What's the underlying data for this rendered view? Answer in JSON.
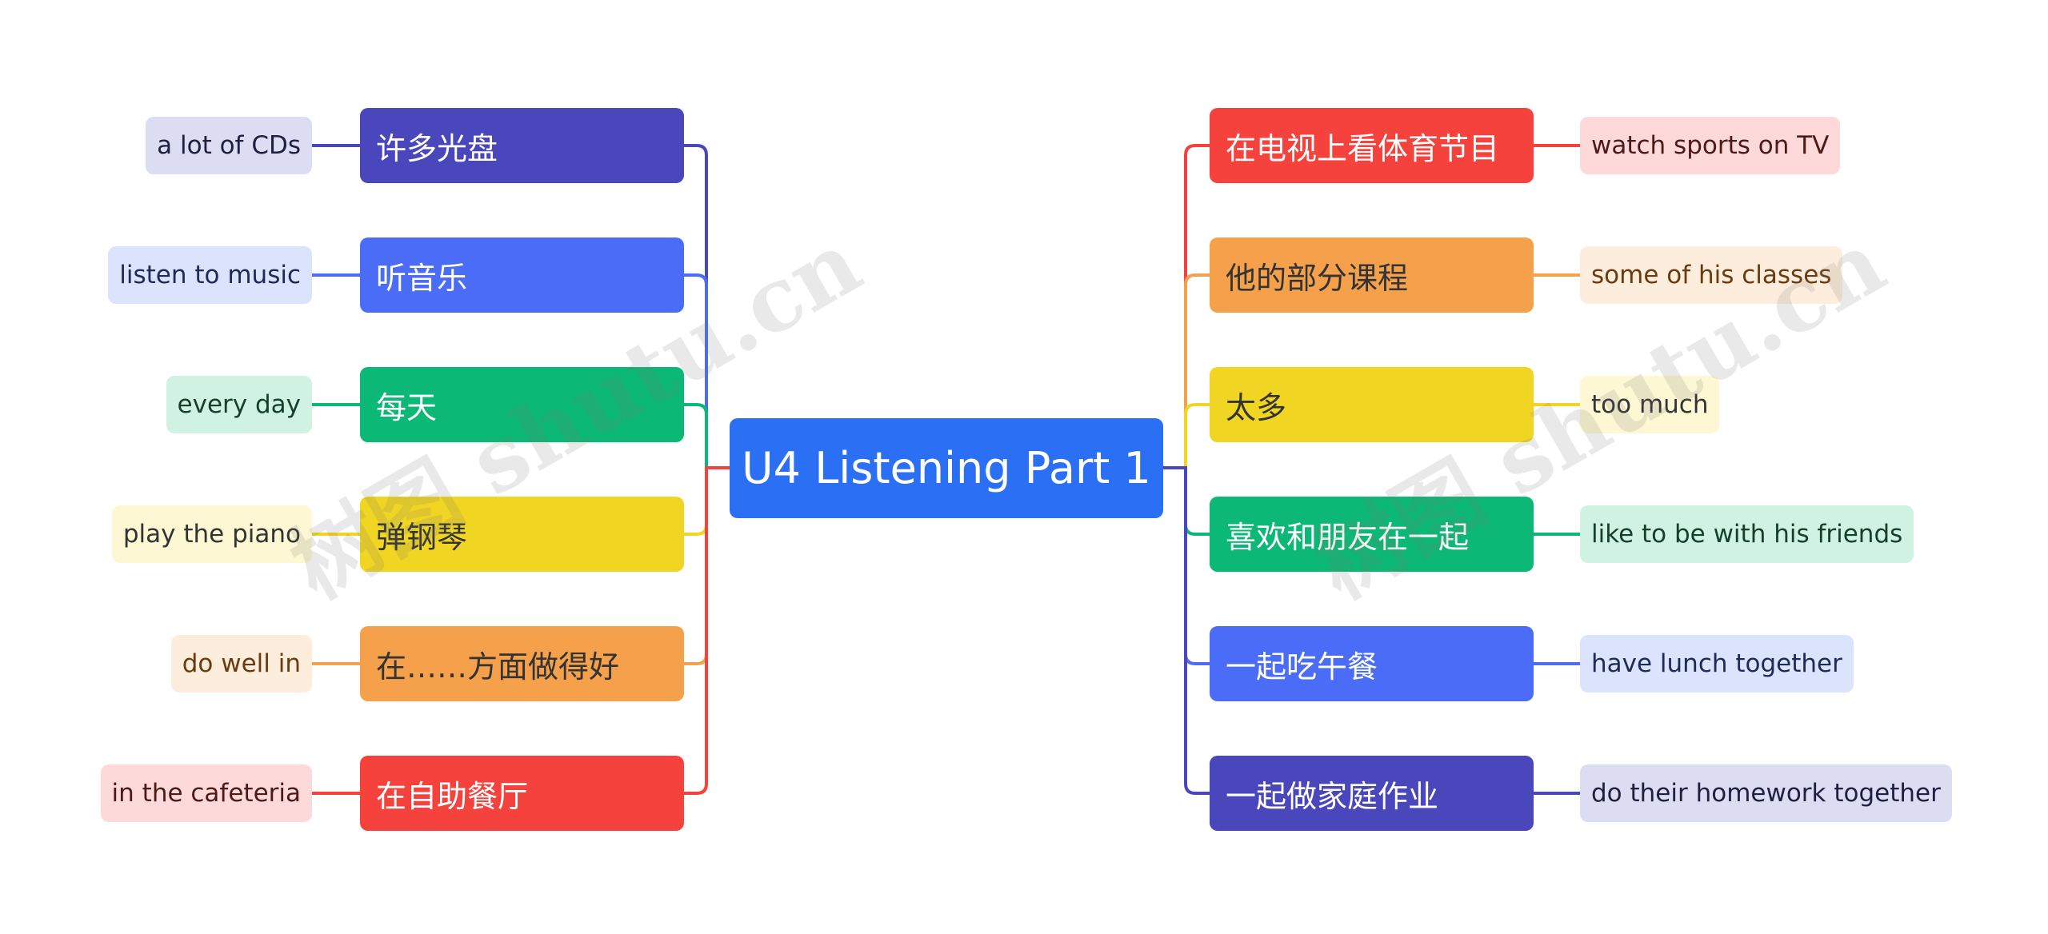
{
  "root": {
    "label": "U4 Listening Part 1",
    "color": "#2b6ff5"
  },
  "left_branches": [
    {
      "label": "许多光盘",
      "detail": "a lot of CDs",
      "color": "#4a47bd",
      "text_color": "#ffffff",
      "leaf_bg": "#dcdcf3",
      "leaf_text": "#1f1f40"
    },
    {
      "label": "听音乐",
      "detail": "listen to music",
      "color": "#4a6cf6",
      "text_color": "#ffffff",
      "leaf_bg": "#dbe3fd",
      "leaf_text": "#1f2a55"
    },
    {
      "label": "每天",
      "detail": "every day",
      "color": "#0cb875",
      "text_color": "#ffffff",
      "leaf_bg": "#d0f2e3",
      "leaf_text": "#14402c"
    },
    {
      "label": "弹钢琴",
      "detail": "play the piano",
      "color": "#f1d523",
      "text_color": "#333333",
      "leaf_bg": "#fdf7d3",
      "leaf_text": "#333333"
    },
    {
      "label": "在……方面做得好",
      "detail": "do well in",
      "color": "#f5a04a",
      "text_color": "#333333",
      "leaf_bg": "#fdeddc",
      "leaf_text": "#6b3b10"
    },
    {
      "label": "在自助餐厅",
      "detail": "in the cafeteria",
      "color": "#f5423c",
      "text_color": "#ffffff",
      "leaf_bg": "#fddad9",
      "leaf_text": "#4d1a18"
    }
  ],
  "right_branches": [
    {
      "label": "在电视上看体育节目",
      "detail": "watch sports on TV",
      "color": "#f5423c",
      "text_color": "#ffffff",
      "leaf_bg": "#fddad9",
      "leaf_text": "#4d1a18"
    },
    {
      "label": "他的部分课程",
      "detail": "some of his classes",
      "color": "#f5a04a",
      "text_color": "#333333",
      "leaf_bg": "#fdeddc",
      "leaf_text": "#6b3b10"
    },
    {
      "label": "太多",
      "detail": "too much",
      "color": "#f1d523",
      "text_color": "#333333",
      "leaf_bg": "#fdf7d3",
      "leaf_text": "#333333"
    },
    {
      "label": "喜欢和朋友在一起",
      "detail": "like to be with his friends",
      "color": "#0cb875",
      "text_color": "#ffffff",
      "leaf_bg": "#d0f2e3",
      "leaf_text": "#14402c"
    },
    {
      "label": "一起吃午餐",
      "detail": "have lunch together",
      "color": "#4a6cf6",
      "text_color": "#ffffff",
      "leaf_bg": "#dbe3fd",
      "leaf_text": "#1f2a55"
    },
    {
      "label": "一起做家庭作业",
      "detail": "do their homework together",
      "color": "#4a47bd",
      "text_color": "#ffffff",
      "leaf_bg": "#dcdcf3",
      "leaf_text": "#1f1f40"
    }
  ],
  "watermarks": [
    "树图 shutu.cn",
    "树图 shutu.cn"
  ]
}
